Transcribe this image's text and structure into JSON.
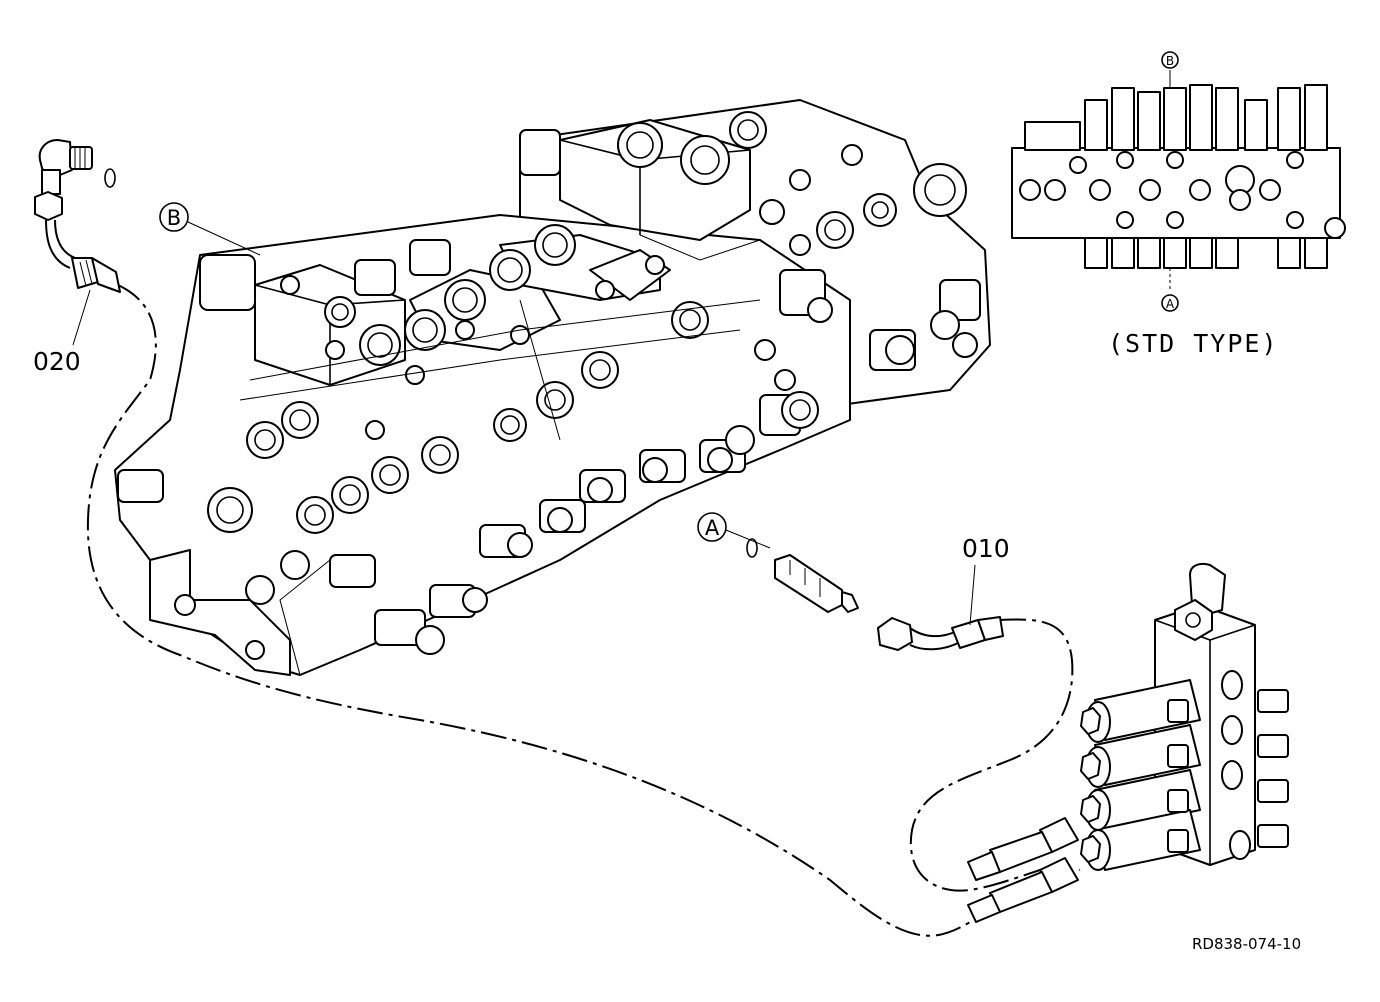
{
  "labels": {
    "part_010": "010",
    "part_020": "020",
    "ref_b": "B",
    "ref_a": "A",
    "inset_ref_b": "B",
    "inset_ref_a": "A",
    "inset_caption": "(STD TYPE)",
    "drawing_number": "RD838-074-10"
  }
}
